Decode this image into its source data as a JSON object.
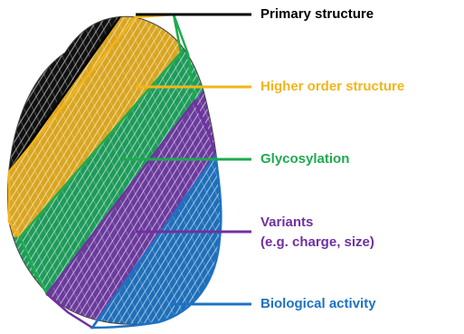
{
  "labels": {
    "primary": {
      "text": "Primary structure",
      "color": "#000000"
    },
    "higher_order": {
      "text": "Higher order structure",
      "color": "#F2B51B"
    },
    "glycosylation": {
      "text": "Glycosylation",
      "color": "#1EAA4F"
    },
    "variants": {
      "line1": "Variants",
      "line2": "(e.g. charge, size)",
      "color": "#7030A0"
    },
    "biological": {
      "text": "Biological activity",
      "color": "#1D72C4"
    }
  },
  "figure": {
    "icon": "fingerprint-icon",
    "bands": [
      {
        "name": "primary-structure-band",
        "fill": "#111111"
      },
      {
        "name": "higher-order-structure-band",
        "fill": "#D9A520"
      },
      {
        "name": "glycosylation-band",
        "fill": "#1E9A5A"
      },
      {
        "name": "variants-band",
        "fill": "#6A3A9C"
      },
      {
        "name": "biological-activity-band",
        "fill": "#1F6FB8"
      }
    ]
  }
}
